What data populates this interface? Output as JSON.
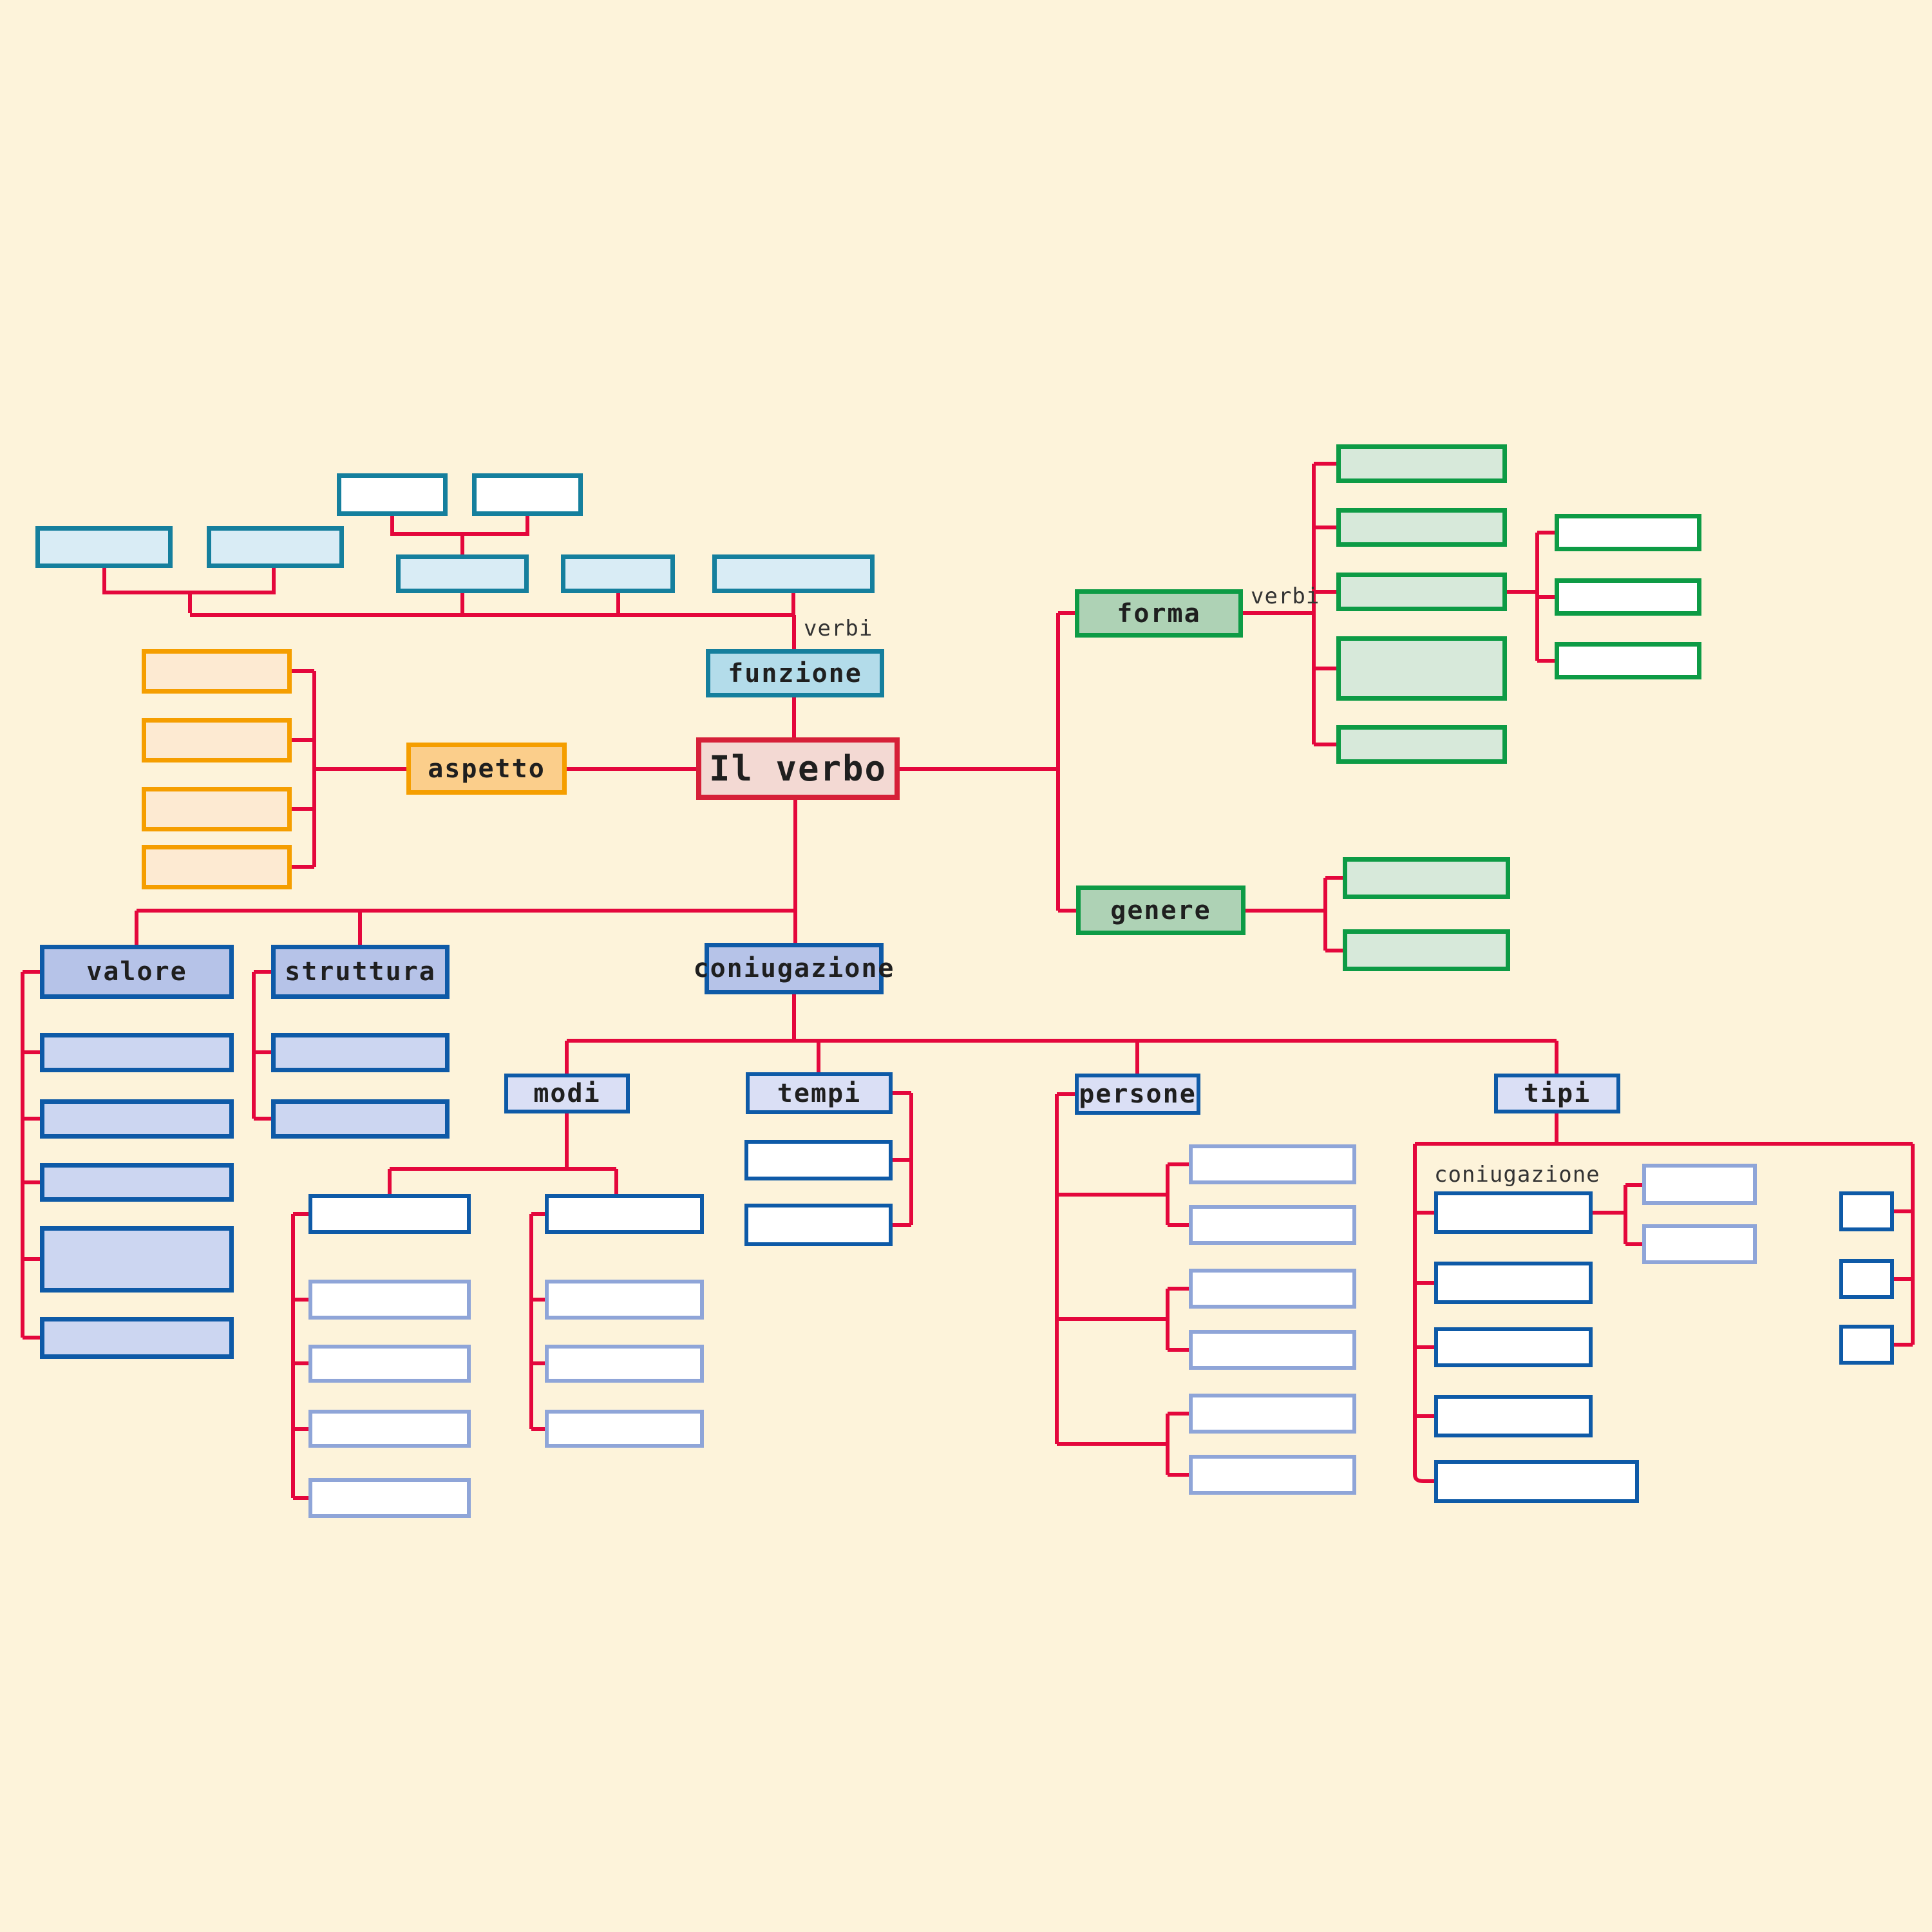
{
  "diagram": {
    "title": "Il verbo",
    "labels": {
      "root": "Il verbo",
      "funzione": "funzione",
      "aspetto": "aspetto",
      "forma": "forma",
      "genere": "genere",
      "valore": "valore",
      "struttura": "struttura",
      "coniugazione": "coniugazione",
      "modi": "modi",
      "tempi": "tempi",
      "persone": "persone",
      "tipi": "tipi",
      "verbi_funzione": "verbi",
      "verbi_forma": "verbi",
      "tipi_note": "coniugazione"
    },
    "colors": {
      "background": "#fdf3da",
      "connector_red": "#e4073c",
      "teal_border": "#157f9d",
      "teal_fill": "#d9ecf5",
      "funzione_fill": "#b3dcea",
      "root_border": "#d62038",
      "root_fill": "#f3d9d3",
      "orange_border": "#f59e00",
      "orange_fill": "#fdead2",
      "aspetto_fill": "#fbce8b",
      "green_border": "#0d9b45",
      "green_head_fill": "#aed2b5",
      "green_leaf_fill": "#d7e9da",
      "blue_border": "#0e5aa7",
      "blue_head_fill": "#b6c3e8",
      "blue_sub_fill": "#dadff5",
      "blue_child_fill": "#ccd6f1",
      "light_blue_border": "#8fa5d8",
      "text": "#1f1f1f"
    }
  }
}
